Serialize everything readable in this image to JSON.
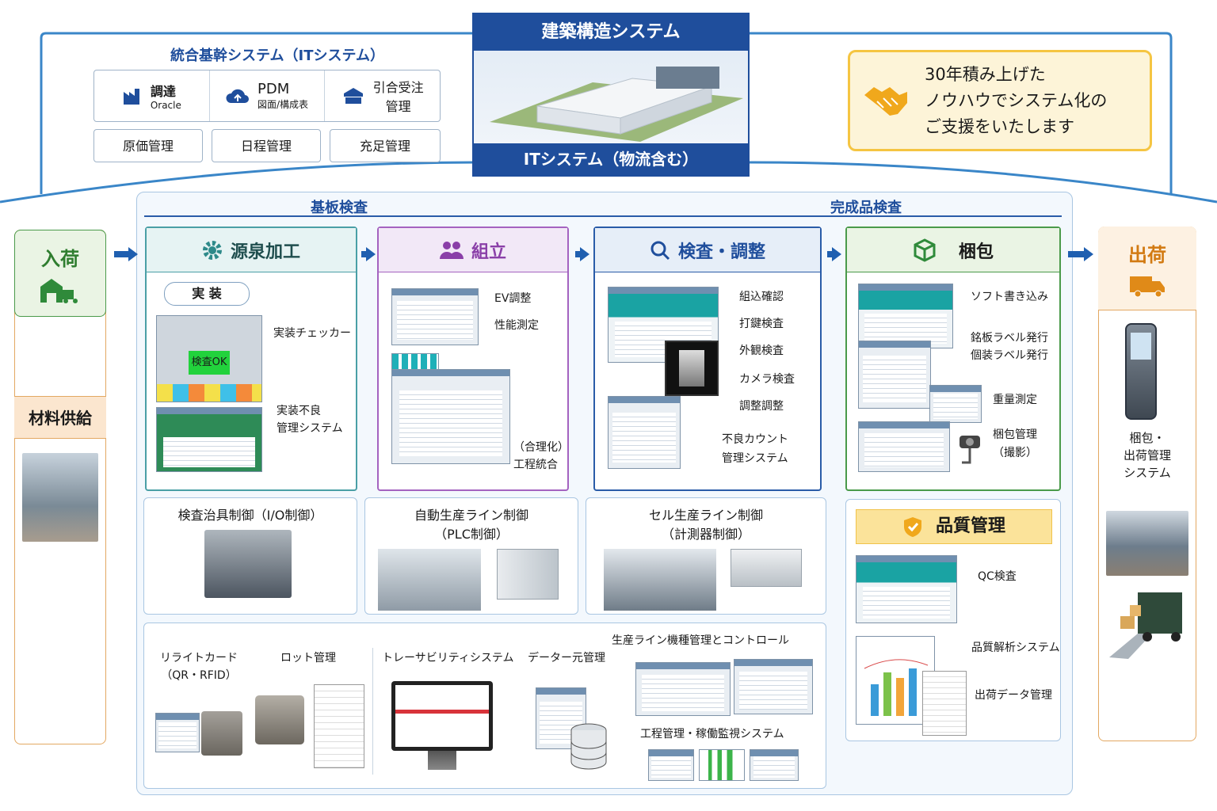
{
  "top": {
    "integrated_title": "統合基幹システム（ITシステム）",
    "modules": [
      {
        "name": "調達",
        "sub": "Oracle"
      },
      {
        "name": "PDM",
        "sub": "図面/構成表"
      },
      {
        "name": "引合受注",
        "sub": "管理"
      }
    ],
    "sub_modules": [
      "原価管理",
      "日程管理",
      "充足管理"
    ],
    "center_top": "建築構造システム",
    "center_bottom": "ITシステム（物流含む）",
    "support_lines": [
      "30年積み上げた",
      "ノウハウでシステム化の",
      "ご支援をいたします"
    ]
  },
  "left": {
    "inbound": "入荷",
    "material": "材料供給"
  },
  "right": {
    "outbound": "出荷",
    "system_lines": [
      "梱包・",
      "出荷管理",
      "システム"
    ]
  },
  "sections": {
    "board": "基板検査",
    "finished": "完成品検査"
  },
  "stages": [
    {
      "title": "源泉加工",
      "badge": "実 装",
      "ok": "検査OK",
      "items": [
        "実装チェッカー",
        "実装不良",
        "管理システム"
      ]
    },
    {
      "title": "組立",
      "items": [
        "EV調整",
        "性能測定",
        "（合理化）",
        "工程統合"
      ]
    },
    {
      "title": "検査・調整",
      "items": [
        "組込確認",
        "打鍵検査",
        "外観検査",
        "カメラ検査",
        "調整調整",
        "不良カウント",
        "管理システム"
      ]
    },
    {
      "title": "梱包",
      "items": [
        "ソフト書き込み",
        "銘板ラベル発行",
        "個装ラベル発行",
        "重量測定",
        "梱包管理",
        "（撮影）"
      ]
    }
  ],
  "controls": [
    {
      "title": "検査治具制御（I/O制御）"
    },
    {
      "title": "自動生産ライン制御",
      "sub": "（PLC制御）"
    },
    {
      "title": "セル生産ライン制御",
      "sub": "（計測器制御）"
    }
  ],
  "quality": {
    "title": "品質管理",
    "items": [
      "QC検査",
      "品質解析システム",
      "出荷データ管理"
    ]
  },
  "bottom": {
    "rewrite": "リライトカード",
    "rewrite_sub": "（QR・RFID）",
    "lot": "ロット管理",
    "trace": "トレーサビリティシステム",
    "data": "データー元管理",
    "line_model": "生産ライン機種管理とコントロール",
    "process": "工程管理・稼働監視システム"
  },
  "colors": {
    "blue": "#1f4e9c",
    "green": "#3a8f3a",
    "purple": "#8a3fa8",
    "orange": "#d98a1e",
    "gold": "#f5c542"
  }
}
